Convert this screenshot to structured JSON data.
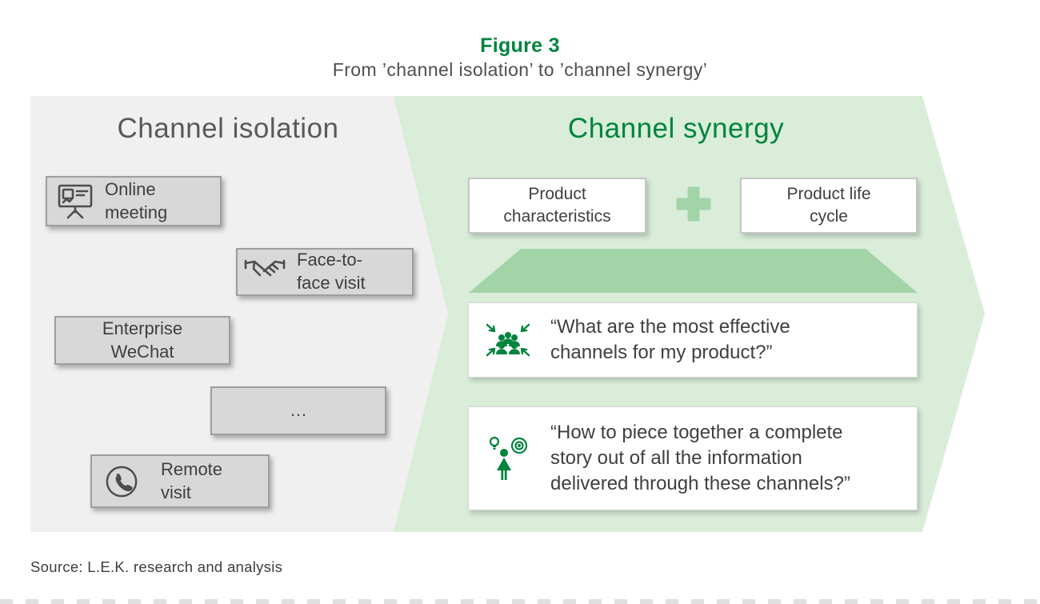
{
  "figure": {
    "label": "Figure 3",
    "title": "From ’channel isolation’ to ’channel synergy’"
  },
  "isolation": {
    "title": "Channel isolation",
    "boxes": [
      {
        "label": "Online meeting",
        "icon": "presentation-icon"
      },
      {
        "label": "Face-to-face visit",
        "icon": "handshake-icon"
      },
      {
        "label": "Enterprise WeChat",
        "icon": ""
      },
      {
        "label": "…",
        "icon": ""
      },
      {
        "label": "Remote visit",
        "icon": "phone-icon"
      }
    ]
  },
  "synergy": {
    "title": "Channel synergy",
    "inputs": [
      {
        "label": "Product characteristics"
      },
      {
        "label": "Product life cycle"
      }
    ],
    "plus_icon": "plus-icon",
    "questions": [
      {
        "icon": "audience-arrows-icon",
        "text": "“What are the most effective channels for my product?”"
      },
      {
        "icon": "person-target-icon",
        "text": "“How to piece together a complete story out of all the information delivered through these channels?”"
      }
    ]
  },
  "source": "Source: L.E.K. research and analysis",
  "colors": {
    "accent_green": "#00843D",
    "arrow_fill": "#d9edd9",
    "funnel_fill": "#a2d4a7",
    "panel_gray": "#f0f0f0",
    "box_gray": "#d8d8d8"
  }
}
